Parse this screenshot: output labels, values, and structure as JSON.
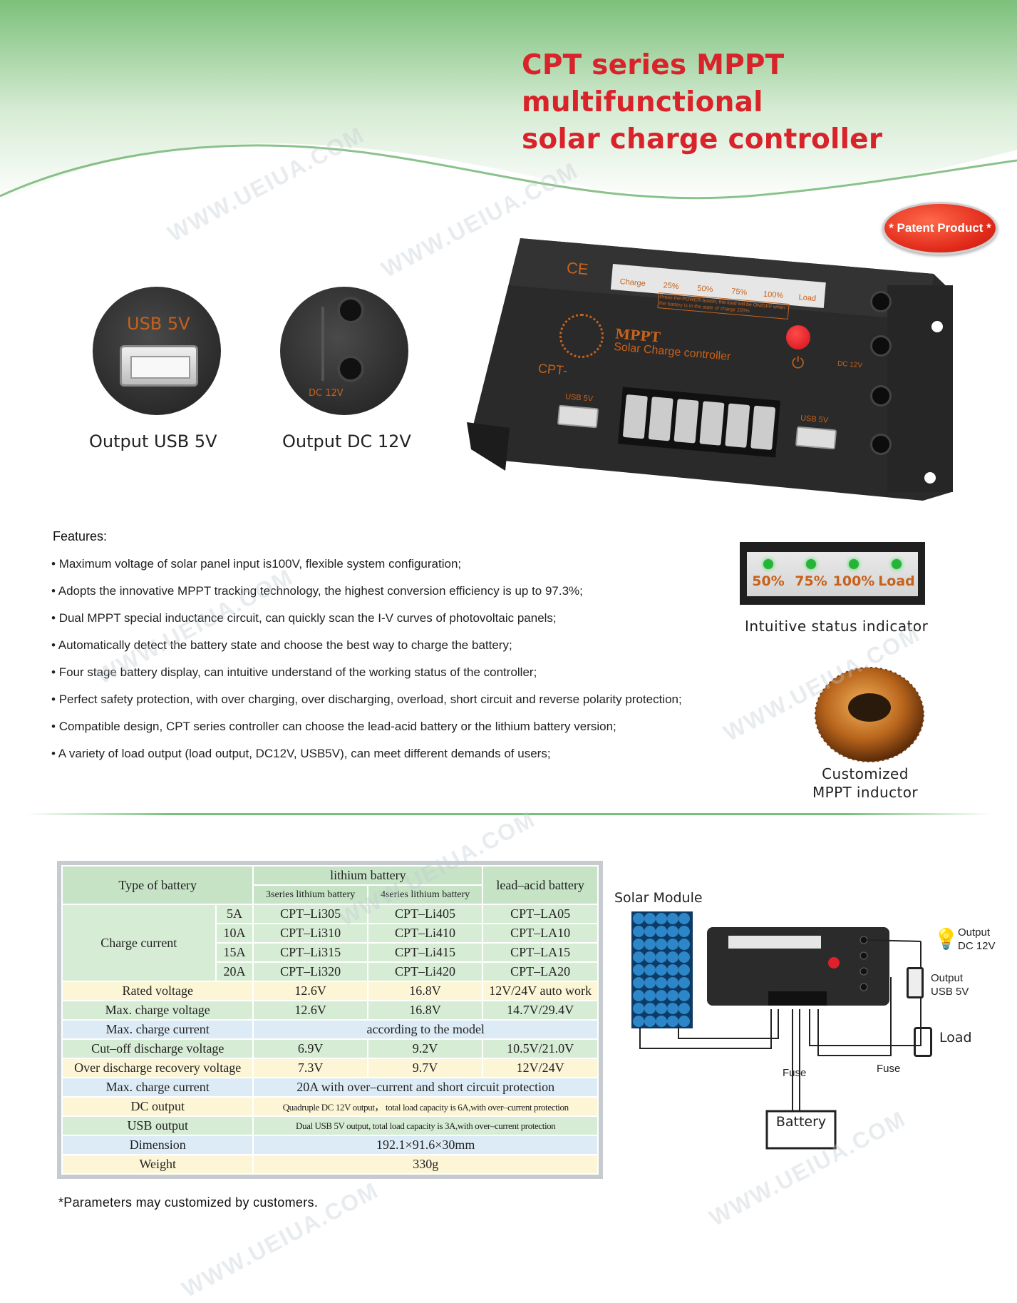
{
  "header": {
    "title": "CPT series MPPT multifunctional\nsolar charge controller",
    "badge": "* Patent Product *",
    "colors": {
      "title": "#d9232b",
      "accent_green": "#7fc27d"
    }
  },
  "product_image": {
    "brand": "MPPT",
    "name": "Solar Charge controller",
    "model_prefix": "CPT-",
    "cert": "CE",
    "indicator_labels": [
      "Charge",
      "25%",
      "50%",
      "75%",
      "100%",
      "Load"
    ],
    "port_labels": {
      "usb": "USB 5V",
      "dc": "DC 12V"
    },
    "notice": "Press the POWER button, the load will be ON/OFF when the battery is in the state of charge 100%"
  },
  "outputs": [
    {
      "label": "USB 5V",
      "caption": "Output USB 5V"
    },
    {
      "label": "DC 12V",
      "caption": "Output DC 12V"
    }
  ],
  "features": {
    "title": "Features:",
    "items": [
      "Maximum voltage of solar panel input is100V, flexible system configuration;",
      "Adopts the innovative MPPT tracking technology, the highest conversion efficiency is up to 97.3%;",
      "Dual MPPT special inductance circuit, can quickly scan the I-V curves of photovoltaic panels;",
      "Automatically detect the battery state and choose the best way to charge the battery;",
      "Four stage battery display, can intuitive understand of the working status of the controller;",
      "Perfect safety protection, with over charging, over discharging, overload, short circuit and reverse polarity protection;",
      "Compatible design, CPT series controller can choose the lead-acid battery or the lithium battery version;",
      "A variety of load output (load output, DC12V, USB5V), can meet different demands of users;"
    ]
  },
  "status_indicator": {
    "labels": [
      "50%",
      "75%",
      "100%",
      "Load"
    ],
    "caption": "Intuitive status indicator"
  },
  "inductor": {
    "caption": "Customized\nMPPT inductor"
  },
  "spec_table": {
    "header": {
      "type": "Type of battery",
      "lithium": "lithium battery",
      "lithium_3s": "3series lithium battery",
      "lithium_4s": "4series lithium battery",
      "lead": "lead–acid battery"
    },
    "charge_current": {
      "label": "Charge current",
      "rows": [
        {
          "a": "5A",
          "li3": "CPT–Li305",
          "li4": "CPT–Li405",
          "la": "CPT–LA05"
        },
        {
          "a": "10A",
          "li3": "CPT–Li310",
          "li4": "CPT–Li410",
          "la": "CPT–LA10"
        },
        {
          "a": "15A",
          "li3": "CPT–Li315",
          "li4": "CPT–Li415",
          "la": "CPT–LA15"
        },
        {
          "a": "20A",
          "li3": "CPT–Li320",
          "li4": "CPT–Li420",
          "la": "CPT–LA20"
        }
      ]
    },
    "rated_voltage": {
      "label": "Rated voltage",
      "li3": "12.6V",
      "li4": "16.8V",
      "la": "12V/24V auto work"
    },
    "max_charge_voltage": {
      "label": "Max. charge voltage",
      "li3": "12.6V",
      "li4": "16.8V",
      "la": "14.7V/29.4V"
    },
    "max_charge_current": {
      "label": "Max. charge current",
      "value": "according to the model"
    },
    "cutoff_voltage": {
      "label": "Cut–off discharge voltage",
      "li3": "6.9V",
      "li4": "9.2V",
      "la": "10.5V/21.0V"
    },
    "recovery_voltage": {
      "label": "Over discharge recovery voltage",
      "li3": "7.3V",
      "li4": "9.7V",
      "la": "12V/24V"
    },
    "max_charge_current_2": {
      "label": "Max. charge current",
      "value": "20A with over–current and short circuit protection"
    },
    "dc_output": {
      "label": "DC output",
      "value": "Quadruple DC 12V output， total load capacity is 6A,with over–current protection"
    },
    "usb_output": {
      "label": "USB output",
      "value": "Dual USB 5V output, total load capacity is 3A,with over–current protection"
    },
    "dimension": {
      "label": "Dimension",
      "value": "192.1×91.6×30mm"
    },
    "weight": {
      "label": "Weight",
      "value": "330g"
    }
  },
  "footnote": "*Parameters may customized by customers.",
  "wiring": {
    "solar_module": "Solar Module",
    "output_dc": "Output\nDC 12V",
    "output_usb": "Output\nUSB 5V",
    "load": "Load",
    "fuse": "Fuse",
    "battery": "Battery"
  },
  "watermark": "WWW.UEIUA.COM"
}
